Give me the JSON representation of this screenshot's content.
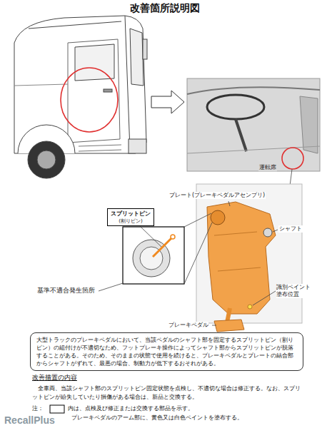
{
  "diagram": {
    "title": "改善箇所説明図",
    "nodes": [
      {
        "text": [
          "大型トラックのブレーキペダルにおいて、当該ペダルのシャフト部を固定するスプリットピン（割りピン）の組付けが不適切なため、フットブレーキ操作によってシャフト部からスプリットピンが脱落することがある。そのため、そのままの状態で使用を続けると、ブレーキペダルとプレートの結合部からシャフトがずれて、最悪の場合、制動力が低下するおそれがある。"
        ]
      },
      {
        "text": [
          "スプリットピン",
          "(割りピン)"
        ]
      }
    ],
    "labels": [
      "運転席",
      "プレート(ブレーキペダルアセンブリ)",
      "シャフト",
      "識別ペイント塗布位置",
      "ブレーキペダル",
      "基準不適合発生箇所",
      "改善措置の内容",
      "全車両、当該シャフト部のスプリットピン固定状態を点検し、不適切な場合は修正する。なお、スプリットピンが紛失していたり損傷がある場合は、新品と交換する。",
      "注：",
      "内は、点検及び修正または交換する部品を示す。",
      "ブレーキペダルのアーム部に、黄色又は白色ペイントを塗布する。",
      "RecallPlus"
    ]
  }
}
